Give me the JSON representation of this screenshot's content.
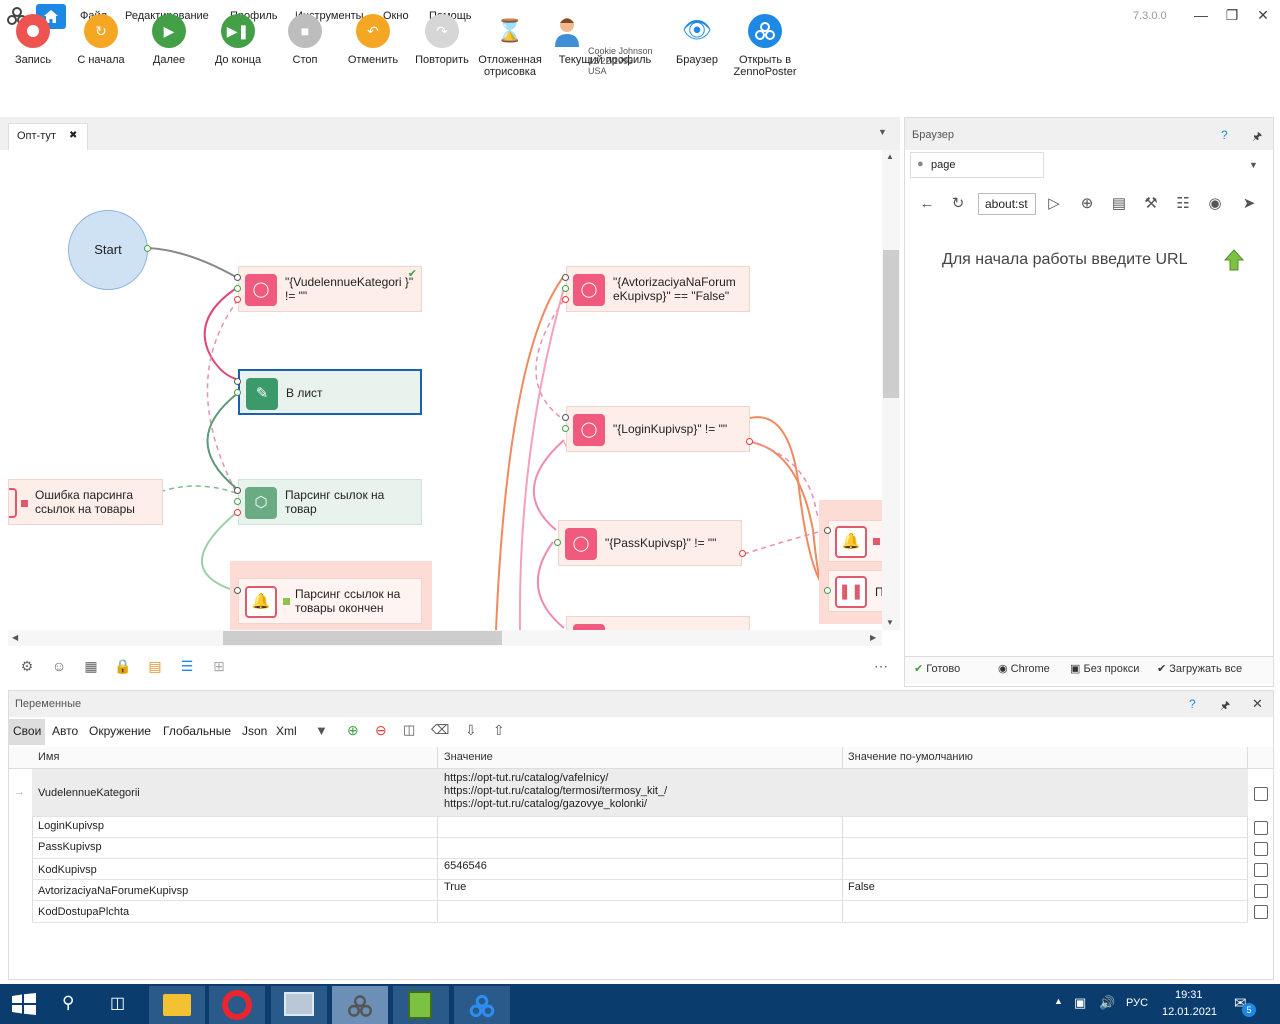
{
  "menu": {
    "items": [
      "Файл",
      "Редактирование",
      "Профиль",
      "Инструменты",
      "Окно",
      "Помощь"
    ],
    "version": "7.3.0.0"
  },
  "toolbar": {
    "buttons": [
      {
        "label": "Запись",
        "color": "#ef5350",
        "icon": "record-icon"
      },
      {
        "label": "С начала",
        "color": "#f5a623",
        "icon": "restart-icon"
      },
      {
        "label": "Далее",
        "color": "#43a047",
        "icon": "play-icon"
      },
      {
        "label": "До конца",
        "color": "#43a047",
        "icon": "play-to-end-icon"
      },
      {
        "label": "Стоп",
        "color": "#bdbdbd",
        "icon": "stop-icon"
      },
      {
        "label": "Отменить",
        "color": "#f5a623",
        "icon": "undo-icon"
      },
      {
        "label": "Повторить",
        "color": "#d6d6d6",
        "icon": "redo-icon"
      },
      {
        "label": "Отложенная отрисовка",
        "icon": "hourglass-icon"
      },
      {
        "label": "Текущий профиль",
        "icon": "profile-avatar-icon"
      },
      {
        "label": "Браузер",
        "icon": "eye-icon"
      },
      {
        "label": "Открыть в ZennoPoster",
        "color": "#1e88e5",
        "icon": "zennoposter-icon"
      }
    ],
    "profile": {
      "name": "Cookie Johnson",
      "date": "12/22/1993",
      "country": "USA"
    }
  },
  "editor": {
    "tab": "Опт-тут"
  },
  "canvas": {
    "start": "Start",
    "nodes": {
      "n1": "\"{VudelennueKategori }\" != \"\"",
      "n2": "В лист",
      "n3": "Парсинг сылок на товар",
      "n4": "Ошибка парсинга ссылок на товары",
      "n5": "Парсинг ссылок на товары окончен",
      "n6": "\"{AvtorizaciyaNaForum eKupivsp}\" == \"False\"",
      "n7": "\"{LoginKupivsp}\" != \"\"",
      "n8": "\"{PassKupivsp}\" != \"\"",
      "n9": "П"
    }
  },
  "browser": {
    "title": "Браузер",
    "tab": "page",
    "url": "about:st",
    "message": "Для начала работы введите URL",
    "status": {
      "ready": "Готово",
      "engine": "Chrome",
      "proxy": "Без прокси",
      "load": "Загружать все"
    }
  },
  "variables": {
    "title": "Переменные",
    "tabs": [
      "Свои",
      "Авто",
      "Окружение",
      "Глобальные",
      "Json",
      "Xml"
    ],
    "columns": [
      "Имя",
      "Значение",
      "Значение по-умолчанию"
    ],
    "rows": [
      {
        "name": "VudelennueKategorii",
        "value": "https://opt-tut.ru/catalog/vafelnicy/\nhttps://opt-tut.ru/catalog/termosi/termosy_kit_/\nhttps://opt-tut.ru/catalog/gazovye_kolonki/",
        "default": ""
      },
      {
        "name": "LoginKupivsp",
        "value": "",
        "default": ""
      },
      {
        "name": "PassKupivsp",
        "value": "",
        "default": ""
      },
      {
        "name": "KodKupivsp",
        "value": "6546546",
        "default": ""
      },
      {
        "name": "AvtorizaciyaNaForumeKupivsp",
        "value": "True",
        "default": "False"
      },
      {
        "name": "KodDostupaPlchta",
        "value": "",
        "default": ""
      }
    ]
  },
  "taskbar": {
    "lang": "РУС",
    "time": "19:31",
    "date": "12.01.2021",
    "notif": "5"
  }
}
